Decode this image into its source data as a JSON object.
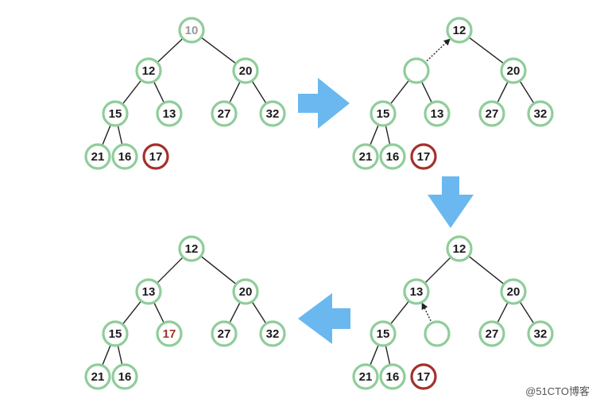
{
  "colors": {
    "background": "#ffffff",
    "node_fill": "#ffffff",
    "node_stroke": "#8fcd9a",
    "highlight_stroke": "#a4302b",
    "highlight_text": "#a4302b",
    "removed_text": "#999999",
    "text": "#1a1a1a",
    "edge": "#222222",
    "arrow": "#6ab8ef"
  },
  "trees": [
    {
      "id": "step1-remove-root",
      "nodes": [
        {
          "id": "a1",
          "label": "10",
          "style": "removed"
        },
        {
          "id": "a2",
          "label": "12"
        },
        {
          "id": "a3",
          "label": "20"
        },
        {
          "id": "a4",
          "label": "15"
        },
        {
          "id": "a5",
          "label": "13"
        },
        {
          "id": "a6",
          "label": "27"
        },
        {
          "id": "a7",
          "label": "32"
        },
        {
          "id": "a8",
          "label": "21"
        },
        {
          "id": "a9",
          "label": "16"
        },
        {
          "id": "a10",
          "label": "17",
          "style": "highlight"
        }
      ],
      "edges": [
        [
          "a1",
          "a2"
        ],
        [
          "a1",
          "a3"
        ],
        [
          "a2",
          "a4"
        ],
        [
          "a2",
          "a5"
        ],
        [
          "a3",
          "a6"
        ],
        [
          "a3",
          "a7"
        ],
        [
          "a4",
          "a8"
        ],
        [
          "a4",
          "a9"
        ]
      ],
      "dotted_arrows": []
    },
    {
      "id": "step2-promote-12",
      "nodes": [
        {
          "id": "b1",
          "label": "12"
        },
        {
          "id": "b2",
          "label": "",
          "style": "empty"
        },
        {
          "id": "b3",
          "label": "20"
        },
        {
          "id": "b4",
          "label": "15"
        },
        {
          "id": "b5",
          "label": "13"
        },
        {
          "id": "b6",
          "label": "27"
        },
        {
          "id": "b7",
          "label": "32"
        },
        {
          "id": "b8",
          "label": "21"
        },
        {
          "id": "b9",
          "label": "16"
        },
        {
          "id": "b10",
          "label": "17",
          "style": "highlight"
        }
      ],
      "edges": [
        [
          "b1",
          "b3"
        ],
        [
          "b2",
          "b4"
        ],
        [
          "b2",
          "b5"
        ],
        [
          "b3",
          "b6"
        ],
        [
          "b3",
          "b7"
        ],
        [
          "b4",
          "b8"
        ],
        [
          "b4",
          "b9"
        ]
      ],
      "dotted_arrows": [
        [
          "b2",
          "b1"
        ]
      ]
    },
    {
      "id": "step3-promote-13",
      "nodes": [
        {
          "id": "c1",
          "label": "12"
        },
        {
          "id": "c2",
          "label": "13"
        },
        {
          "id": "c3",
          "label": "20"
        },
        {
          "id": "c4",
          "label": "15"
        },
        {
          "id": "c5",
          "label": "",
          "style": "empty"
        },
        {
          "id": "c6",
          "label": "27"
        },
        {
          "id": "c7",
          "label": "32"
        },
        {
          "id": "c8",
          "label": "21"
        },
        {
          "id": "c9",
          "label": "16"
        },
        {
          "id": "c10",
          "label": "17",
          "style": "highlight"
        }
      ],
      "edges": [
        [
          "c1",
          "c2"
        ],
        [
          "c1",
          "c3"
        ],
        [
          "c2",
          "c4"
        ],
        [
          "c3",
          "c6"
        ],
        [
          "c3",
          "c7"
        ],
        [
          "c4",
          "c8"
        ],
        [
          "c4",
          "c9"
        ]
      ],
      "dotted_arrows": [
        [
          "c5",
          "c2"
        ]
      ]
    },
    {
      "id": "step4-fill-17",
      "nodes": [
        {
          "id": "d1",
          "label": "12"
        },
        {
          "id": "d2",
          "label": "13"
        },
        {
          "id": "d3",
          "label": "20"
        },
        {
          "id": "d4",
          "label": "15"
        },
        {
          "id": "d5",
          "label": "17",
          "style": "red-text"
        },
        {
          "id": "d6",
          "label": "27"
        },
        {
          "id": "d7",
          "label": "32"
        },
        {
          "id": "d8",
          "label": "21"
        },
        {
          "id": "d9",
          "label": "16"
        }
      ],
      "edges": [
        [
          "d1",
          "d2"
        ],
        [
          "d1",
          "d3"
        ],
        [
          "d2",
          "d4"
        ],
        [
          "d2",
          "d5"
        ],
        [
          "d3",
          "d6"
        ],
        [
          "d3",
          "d7"
        ],
        [
          "d4",
          "d8"
        ],
        [
          "d4",
          "d9"
        ]
      ],
      "dotted_arrows": []
    }
  ],
  "flow_arrows": [
    {
      "id": "arrow-right",
      "direction": "right"
    },
    {
      "id": "arrow-down",
      "direction": "down"
    },
    {
      "id": "arrow-left",
      "direction": "left"
    }
  ],
  "watermark": "@51CTO博客"
}
